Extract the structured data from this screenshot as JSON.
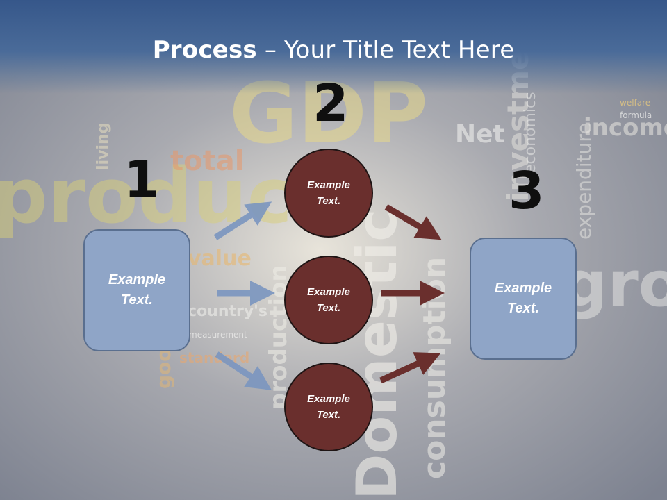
{
  "title": {
    "bold": "Process",
    "rest": " – Your Title Text Here"
  },
  "steps": [
    "1",
    "2",
    "3"
  ],
  "left_box": {
    "text": "Example\nText."
  },
  "right_box": {
    "text": "Example\nText."
  },
  "circles": [
    {
      "text": "Example\nText."
    },
    {
      "text": "Example\nText."
    },
    {
      "text": "Example\nText."
    }
  ],
  "background_words": [
    "GDP",
    "product",
    "Domestic",
    "consumption",
    "gross",
    "investment",
    "income",
    "Net",
    "total",
    "value",
    "economics",
    "country's",
    "standard",
    "expenditure",
    "welfare",
    "formula",
    "measurement",
    "production",
    "goods",
    "living"
  ],
  "colors": {
    "title_band": "#4a6b99",
    "box_fill": "#8fa5c7",
    "circle_fill": "#6a2f2d",
    "arrow_blue": "#7b96c0",
    "arrow_red": "#6a2f2d"
  }
}
